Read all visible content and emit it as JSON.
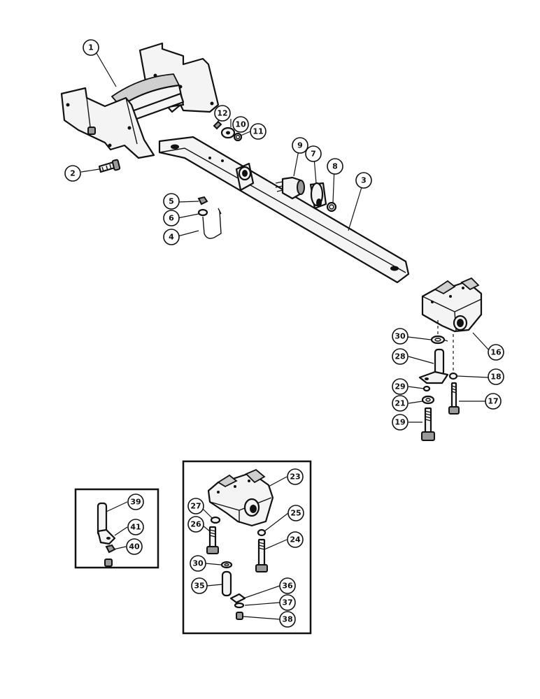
{
  "callouts": {
    "c1": "1",
    "c2": "2",
    "c3": "3",
    "c4": "4",
    "c5": "5",
    "c6": "6",
    "c7": "7",
    "c8": "8",
    "c9": "9",
    "c10": "10",
    "c11": "11",
    "c12": "12",
    "c16": "16",
    "c17": "17",
    "c18": "18",
    "c19": "19",
    "c21": "21",
    "c23": "23",
    "c24": "24",
    "c25": "25",
    "c26": "26",
    "c27": "27",
    "c28": "28",
    "c29": "29",
    "c30a": "30",
    "c30b": "30",
    "c35": "35",
    "c36": "36",
    "c37": "37",
    "c38": "38",
    "c39": "39",
    "c40": "40",
    "c41": "41"
  }
}
